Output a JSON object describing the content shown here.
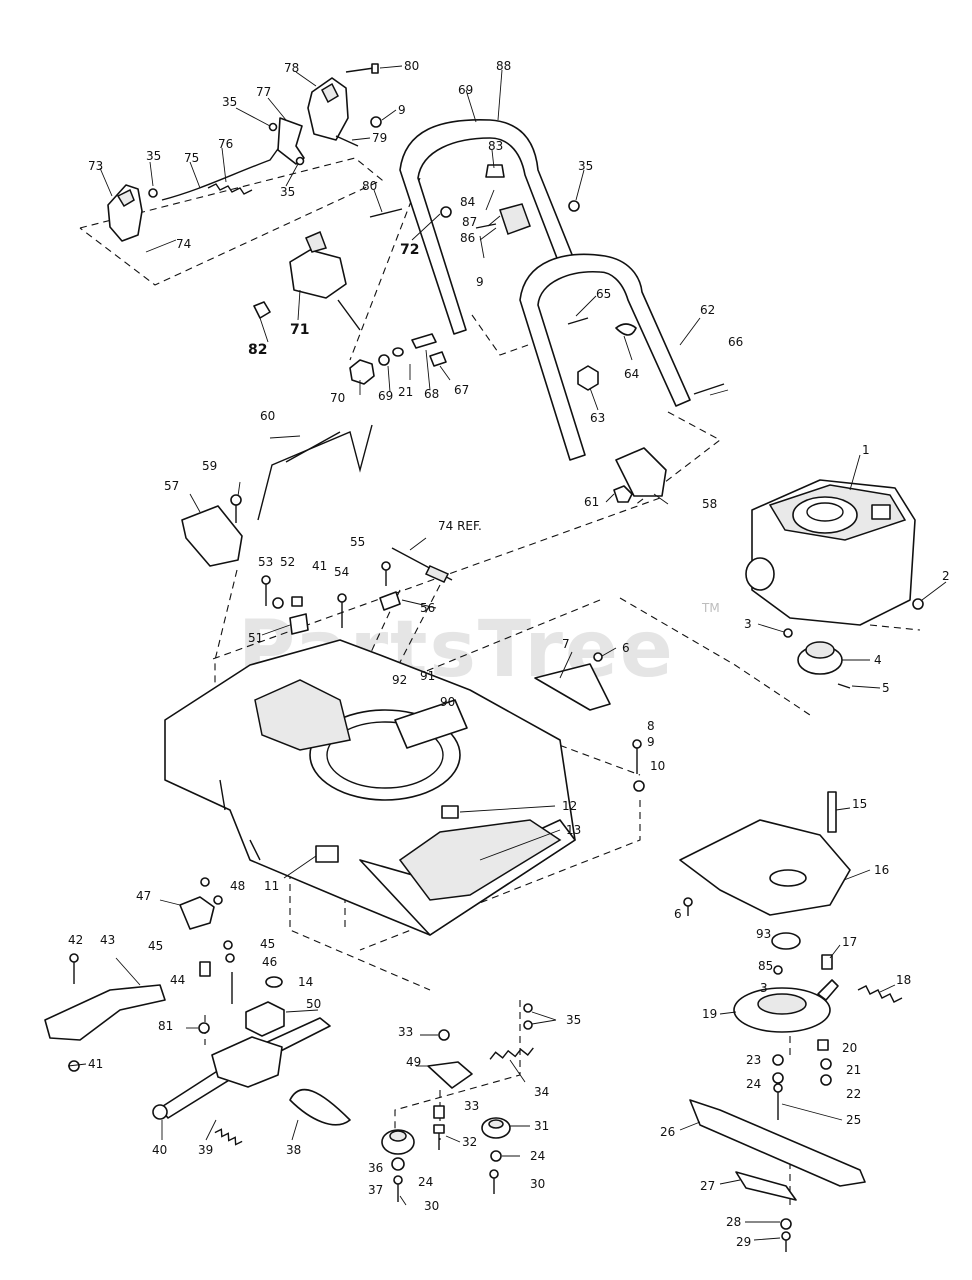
{
  "watermark": {
    "text": "PartsTree",
    "mark": "TM"
  },
  "reference_label": "74 REF.",
  "parts": {
    "p1": "1",
    "p2": "2",
    "p3a": "3",
    "p3b": "3",
    "p4": "4",
    "p5": "5",
    "p6a": "6",
    "p6b": "6",
    "p7": "7",
    "p8": "8",
    "p9a": "9",
    "p9b": "9",
    "p9c": "9",
    "p10": "10",
    "p11": "11",
    "p12": "12",
    "p13": "13",
    "p14": "14",
    "p15": "15",
    "p16": "16",
    "p17": "17",
    "p18": "18",
    "p19": "19",
    "p20": "20",
    "p21a": "21",
    "p21b": "21",
    "p22": "22",
    "p23": "23",
    "p24a": "24",
    "p24b": "24",
    "p24c": "24",
    "p25": "25",
    "p26": "26",
    "p27": "27",
    "p28": "28",
    "p29": "29",
    "p30a": "30",
    "p30b": "30",
    "p31": "31",
    "p32": "32",
    "p33a": "33",
    "p33b": "33",
    "p34": "34",
    "p35a": "35",
    "p35b": "35",
    "p35c": "35",
    "p35d": "35",
    "p35e": "35",
    "p36": "36",
    "p37": "37",
    "p38": "38",
    "p39": "39",
    "p40": "40",
    "p41a": "41",
    "p41b": "41",
    "p42": "42",
    "p43": "43",
    "p44": "44",
    "p45a": "45",
    "p45b": "45",
    "p46": "46",
    "p47": "47",
    "p48": "48",
    "p49": "49",
    "p50": "50",
    "p51": "51",
    "p52": "52",
    "p53": "53",
    "p54": "54",
    "p55": "55",
    "p56": "56",
    "p57": "57",
    "p58": "58",
    "p59": "59",
    "p60": "60",
    "p61": "61",
    "p62": "62",
    "p63": "63",
    "p64": "64",
    "p65": "65",
    "p66": "66",
    "p67": "67",
    "p68": "68",
    "p69": "69",
    "p70": "70",
    "p71": "71",
    "p72": "72",
    "p73": "73",
    "p74": "74",
    "p75": "75",
    "p76": "76",
    "p77": "77",
    "p78": "78",
    "p79": "79",
    "p80a": "80",
    "p80b": "80",
    "p81": "81",
    "p82": "82",
    "p83": "83",
    "p84": "84",
    "p85": "85",
    "p86": "86",
    "p87": "87",
    "p88": "88",
    "p90": "90",
    "p91": "91",
    "p92": "92",
    "p93": "93"
  }
}
